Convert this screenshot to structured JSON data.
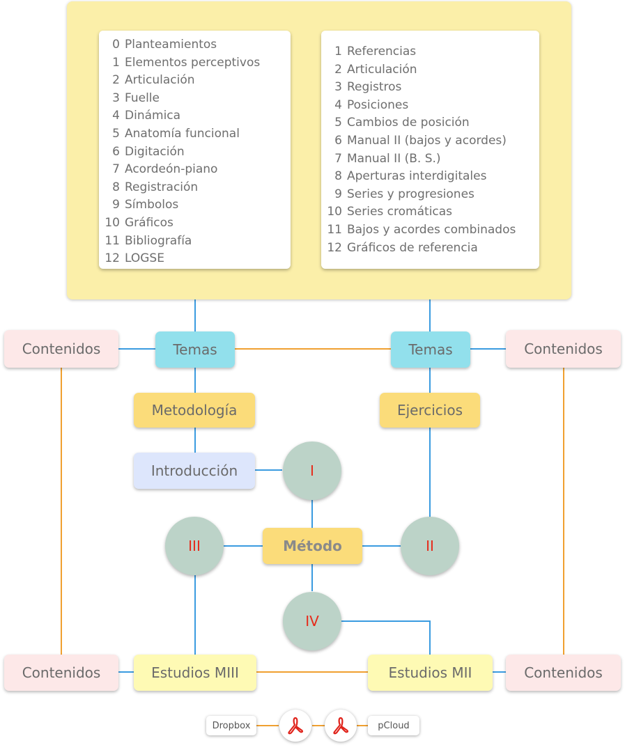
{
  "left_list": [
    {
      "num": "0",
      "label": "Planteamientos"
    },
    {
      "num": "1",
      "label": "Elementos perceptivos"
    },
    {
      "num": "2",
      "label": "Articulación"
    },
    {
      "num": "3",
      "label": "Fuelle"
    },
    {
      "num": "4",
      "label": "Dinámica"
    },
    {
      "num": "5",
      "label": "Anatomía funcional"
    },
    {
      "num": "6",
      "label": "Digitación"
    },
    {
      "num": "7",
      "label": "Acordeón-piano"
    },
    {
      "num": "8",
      "label": "Registración"
    },
    {
      "num": "9",
      "label": "Símbolos"
    },
    {
      "num": "10",
      "label": "Gráficos"
    },
    {
      "num": "11",
      "label": "Bibliografía"
    },
    {
      "num": "12",
      "label": "LOGSE"
    }
  ],
  "right_list": [
    {
      "num": "1",
      "label": "Referencias"
    },
    {
      "num": "2",
      "label": "Articulación"
    },
    {
      "num": "3",
      "label": "Registros"
    },
    {
      "num": "4",
      "label": "Posiciones"
    },
    {
      "num": "5",
      "label": "Cambios de posición"
    },
    {
      "num": "6",
      "label": "Manual II (bajos y acordes)"
    },
    {
      "num": "7",
      "label": "Manual II (B. S.)"
    },
    {
      "num": "8",
      "label": "Aperturas interdigitales"
    },
    {
      "num": "9",
      "label": "Series y progresiones"
    },
    {
      "num": "10",
      "label": "Series cromáticas"
    },
    {
      "num": "11",
      "label": "Bajos y acordes combinados"
    },
    {
      "num": "12",
      "label": "Gráficos de referencia"
    }
  ],
  "nodes": {
    "contenidos_tl": "Contenidos",
    "contenidos_tr": "Contenidos",
    "contenidos_bl": "Contenidos",
    "contenidos_br": "Contenidos",
    "temas_left": "Temas",
    "temas_right": "Temas",
    "metodologia": "Metodología",
    "ejercicios": "Ejercicios",
    "introduccion": "Introducción",
    "metodo": "Método",
    "estudios_miii": "Estudios MIII",
    "estudios_mii": "Estudios MII",
    "circle_i": "I",
    "circle_ii": "II",
    "circle_iii": "III",
    "circle_iv": "IV"
  },
  "footer": {
    "dropbox": "Dropbox",
    "pcloud": "pCloud"
  },
  "colors": {
    "blue_line": "#3a9be0",
    "orange_line": "#f0a030",
    "numeral_red": "#e62a1a"
  }
}
